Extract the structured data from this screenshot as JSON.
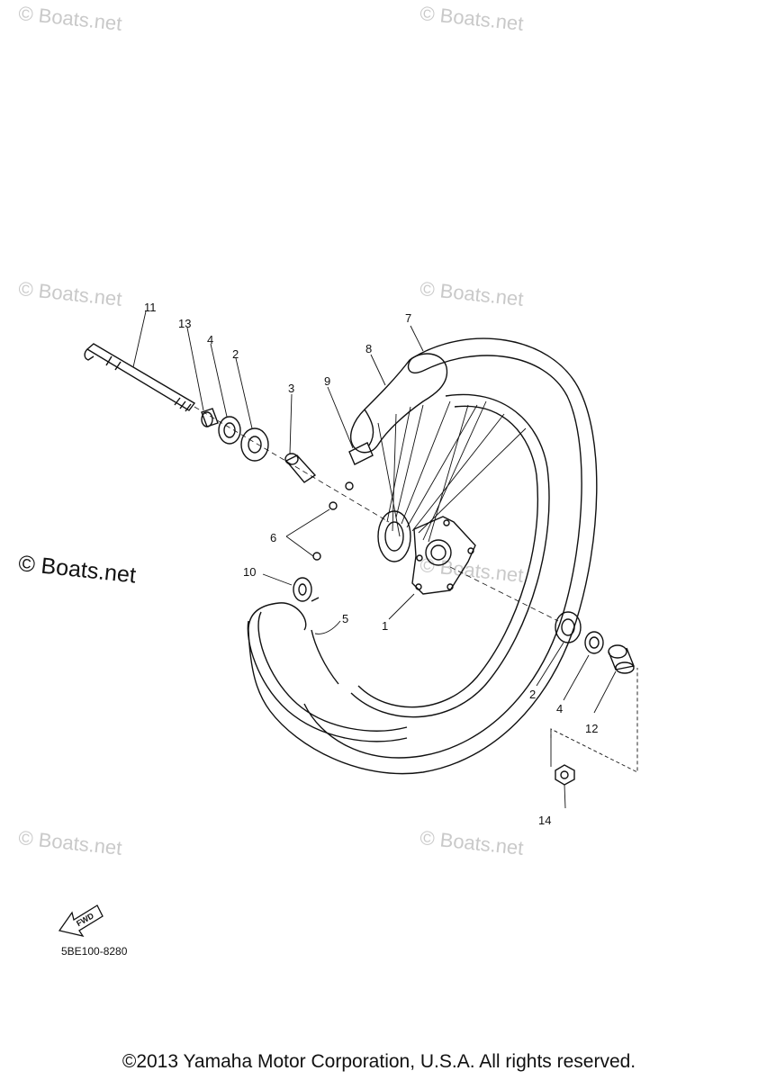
{
  "watermark": "© Boats.net",
  "watermark_main": "© Boats.net",
  "callouts": {
    "c1": "1",
    "c2a": "2",
    "c2b": "2",
    "c3": "3",
    "c4a": "4",
    "c4b": "4",
    "c5": "5",
    "c6": "6",
    "c7": "7",
    "c8": "8",
    "c9": "9",
    "c10": "10",
    "c11": "11",
    "c12": "12",
    "c13": "13",
    "c14": "14"
  },
  "fwd_label": "FWD",
  "diagram_code": "5BE100-8280",
  "copyright": "©2013 Yamaha Motor Corporation, U.S.A. All rights reserved."
}
